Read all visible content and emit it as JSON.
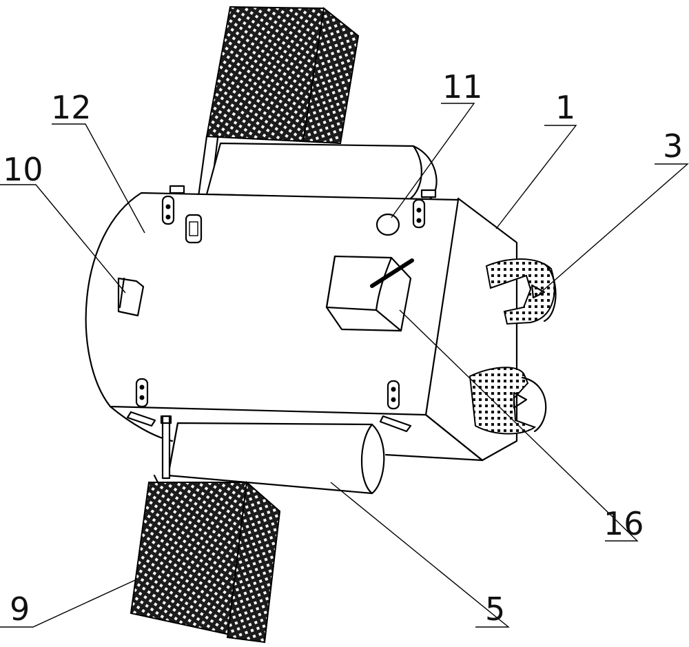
{
  "figure": {
    "callouts": [
      {
        "id": "label-12",
        "text": "12"
      },
      {
        "id": "label-10",
        "text": "10"
      },
      {
        "id": "label-11",
        "text": "11"
      },
      {
        "id": "label-1",
        "text": "1"
      },
      {
        "id": "label-3",
        "text": "3"
      },
      {
        "id": "label-16",
        "text": "16"
      },
      {
        "id": "label-5",
        "text": "5"
      },
      {
        "id": "label-9",
        "text": "9"
      }
    ]
  },
  "colors": {
    "line": "#000000",
    "background": "#ffffff",
    "panel_hatch": "#222222"
  }
}
